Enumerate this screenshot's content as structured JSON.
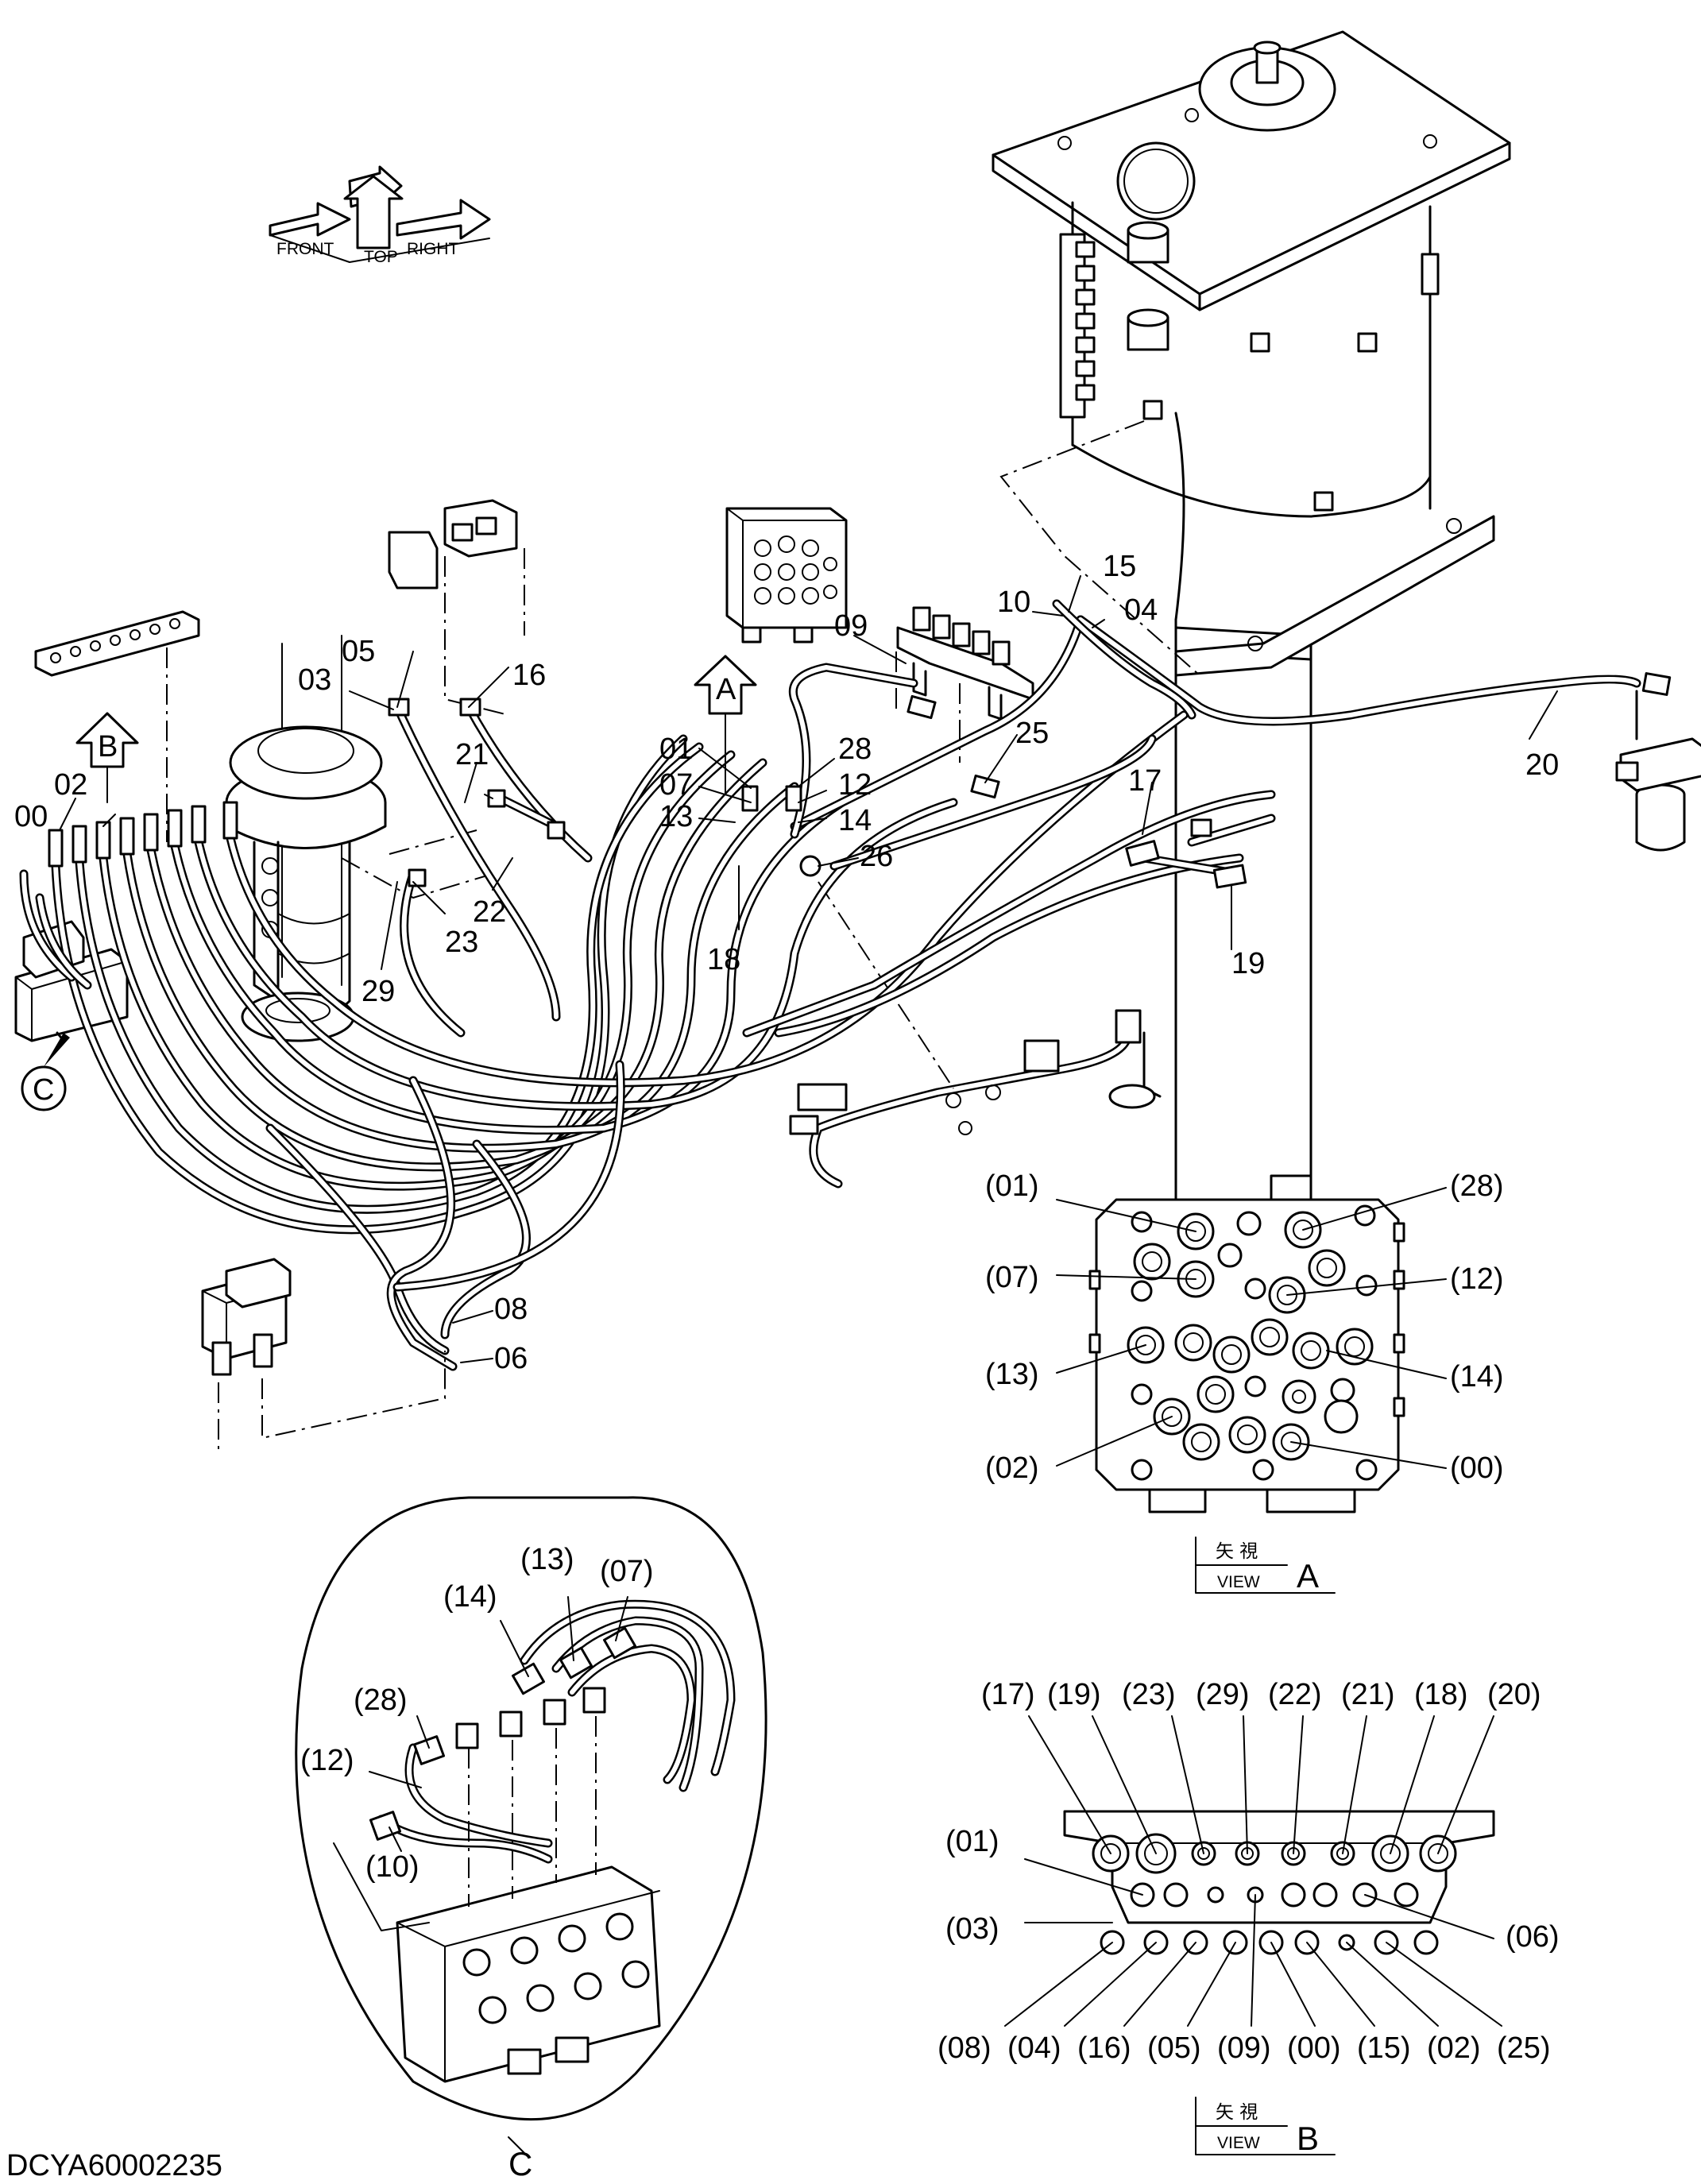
{
  "drawing_id": "DCYA60002235",
  "orientation": {
    "top": "TOP",
    "front": "FRONT",
    "right": "RIGHT"
  },
  "view_markers": {
    "a": "A",
    "b": "B",
    "c": "C"
  },
  "view_a": {
    "jp": "矢 視",
    "view_word": "VIEW",
    "letter": "A"
  },
  "view_b": {
    "jp": "矢 視",
    "view_word": "VIEW",
    "letter": "B"
  },
  "view_c_caption": "C",
  "main_callouts": {
    "c00": "00",
    "c01": "01",
    "c02": "02",
    "c03": "03",
    "c04": "04",
    "c05": "05",
    "c06": "06",
    "c07": "07",
    "c08": "08",
    "c09": "09",
    "c10": "10",
    "c12": "12",
    "c13": "13",
    "c14": "14",
    "c15": "15",
    "c16": "16",
    "c17": "17",
    "c18": "18",
    "c19": "19",
    "c20": "20",
    "c21": "21",
    "c22": "22",
    "c23": "23",
    "c25": "25",
    "c26": "26",
    "c28": "28",
    "c29": "29"
  },
  "view_a_callouts": {
    "p01": "(01)",
    "p07": "(07)",
    "p13": "(13)",
    "p02": "(02)",
    "p28": "(28)",
    "p12": "(12)",
    "p14": "(14)",
    "p00": "(00)"
  },
  "view_b_callouts": {
    "top": [
      "(17)",
      "(19)",
      "(23)",
      "(29)",
      "(22)",
      "(21)",
      "(18)",
      "(20)"
    ],
    "p01": "(01)",
    "p03": "(03)",
    "p06": "(06)",
    "bottom": [
      "(08)",
      "(04)",
      "(16)",
      "(05)",
      "(09)",
      "(00)",
      "(15)",
      "(02)",
      "(25)"
    ]
  },
  "view_c_callouts": {
    "p14": "(14)",
    "p13": "(13)",
    "p07": "(07)",
    "p28": "(28)",
    "p12": "(12)",
    "p10": "(10)"
  }
}
